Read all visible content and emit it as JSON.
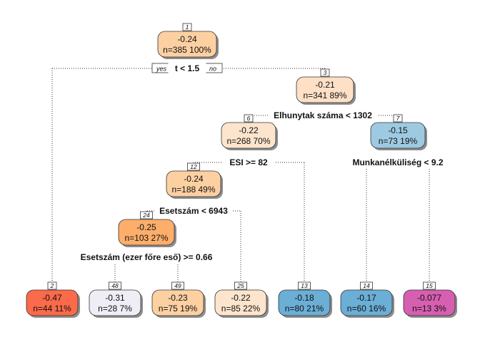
{
  "yes_label": "yes",
  "no_label": "no",
  "nodes": [
    {
      "id": "1",
      "value": "-0.24",
      "info": "n=385  100%",
      "color": "#fdd0a2"
    },
    {
      "id": "3",
      "value": "-0.21",
      "info": "n=341  89%",
      "color": "#fde0c5"
    },
    {
      "id": "6",
      "value": "-0.22",
      "info": "n=268  70%",
      "color": "#fde4cc"
    },
    {
      "id": "7",
      "value": "-0.15",
      "info": "n=73  19%",
      "color": "#9ecae1"
    },
    {
      "id": "12",
      "value": "-0.24",
      "info": "n=188  49%",
      "color": "#fdd0a2"
    },
    {
      "id": "24",
      "value": "-0.25",
      "info": "n=103  27%",
      "color": "#fdae6b"
    },
    {
      "id": "2",
      "value": "-0.47",
      "info": "n=44  11%",
      "color": "#fb6a4a"
    },
    {
      "id": "48",
      "value": "-0.31",
      "info": "n=28  7%",
      "color": "#efedf5"
    },
    {
      "id": "49",
      "value": "-0.23",
      "info": "n=75  19%",
      "color": "#fdd0a2"
    },
    {
      "id": "25",
      "value": "-0.22",
      "info": "n=85  22%",
      "color": "#fde4cc"
    },
    {
      "id": "13",
      "value": "-0.18",
      "info": "n=80  21%",
      "color": "#6baed6"
    },
    {
      "id": "14",
      "value": "-0.17",
      "info": "n=60  16%",
      "color": "#6baed6"
    },
    {
      "id": "15",
      "value": "-0.077",
      "info": "n=13  3%",
      "color": "#d65fb2"
    }
  ],
  "splits": [
    {
      "node": "1",
      "label": "t < 1.5"
    },
    {
      "node": "3",
      "label": "Elhunytak száma < 1302"
    },
    {
      "node": "6",
      "label": "ESI >= 82"
    },
    {
      "node": "7",
      "label": "Munkanélküliség < 9.2"
    },
    {
      "node": "12",
      "label": "Esetszám < 6943"
    },
    {
      "node": "24",
      "label": "Esetszám (ezer főre eső) >= 0.66"
    }
  ]
}
